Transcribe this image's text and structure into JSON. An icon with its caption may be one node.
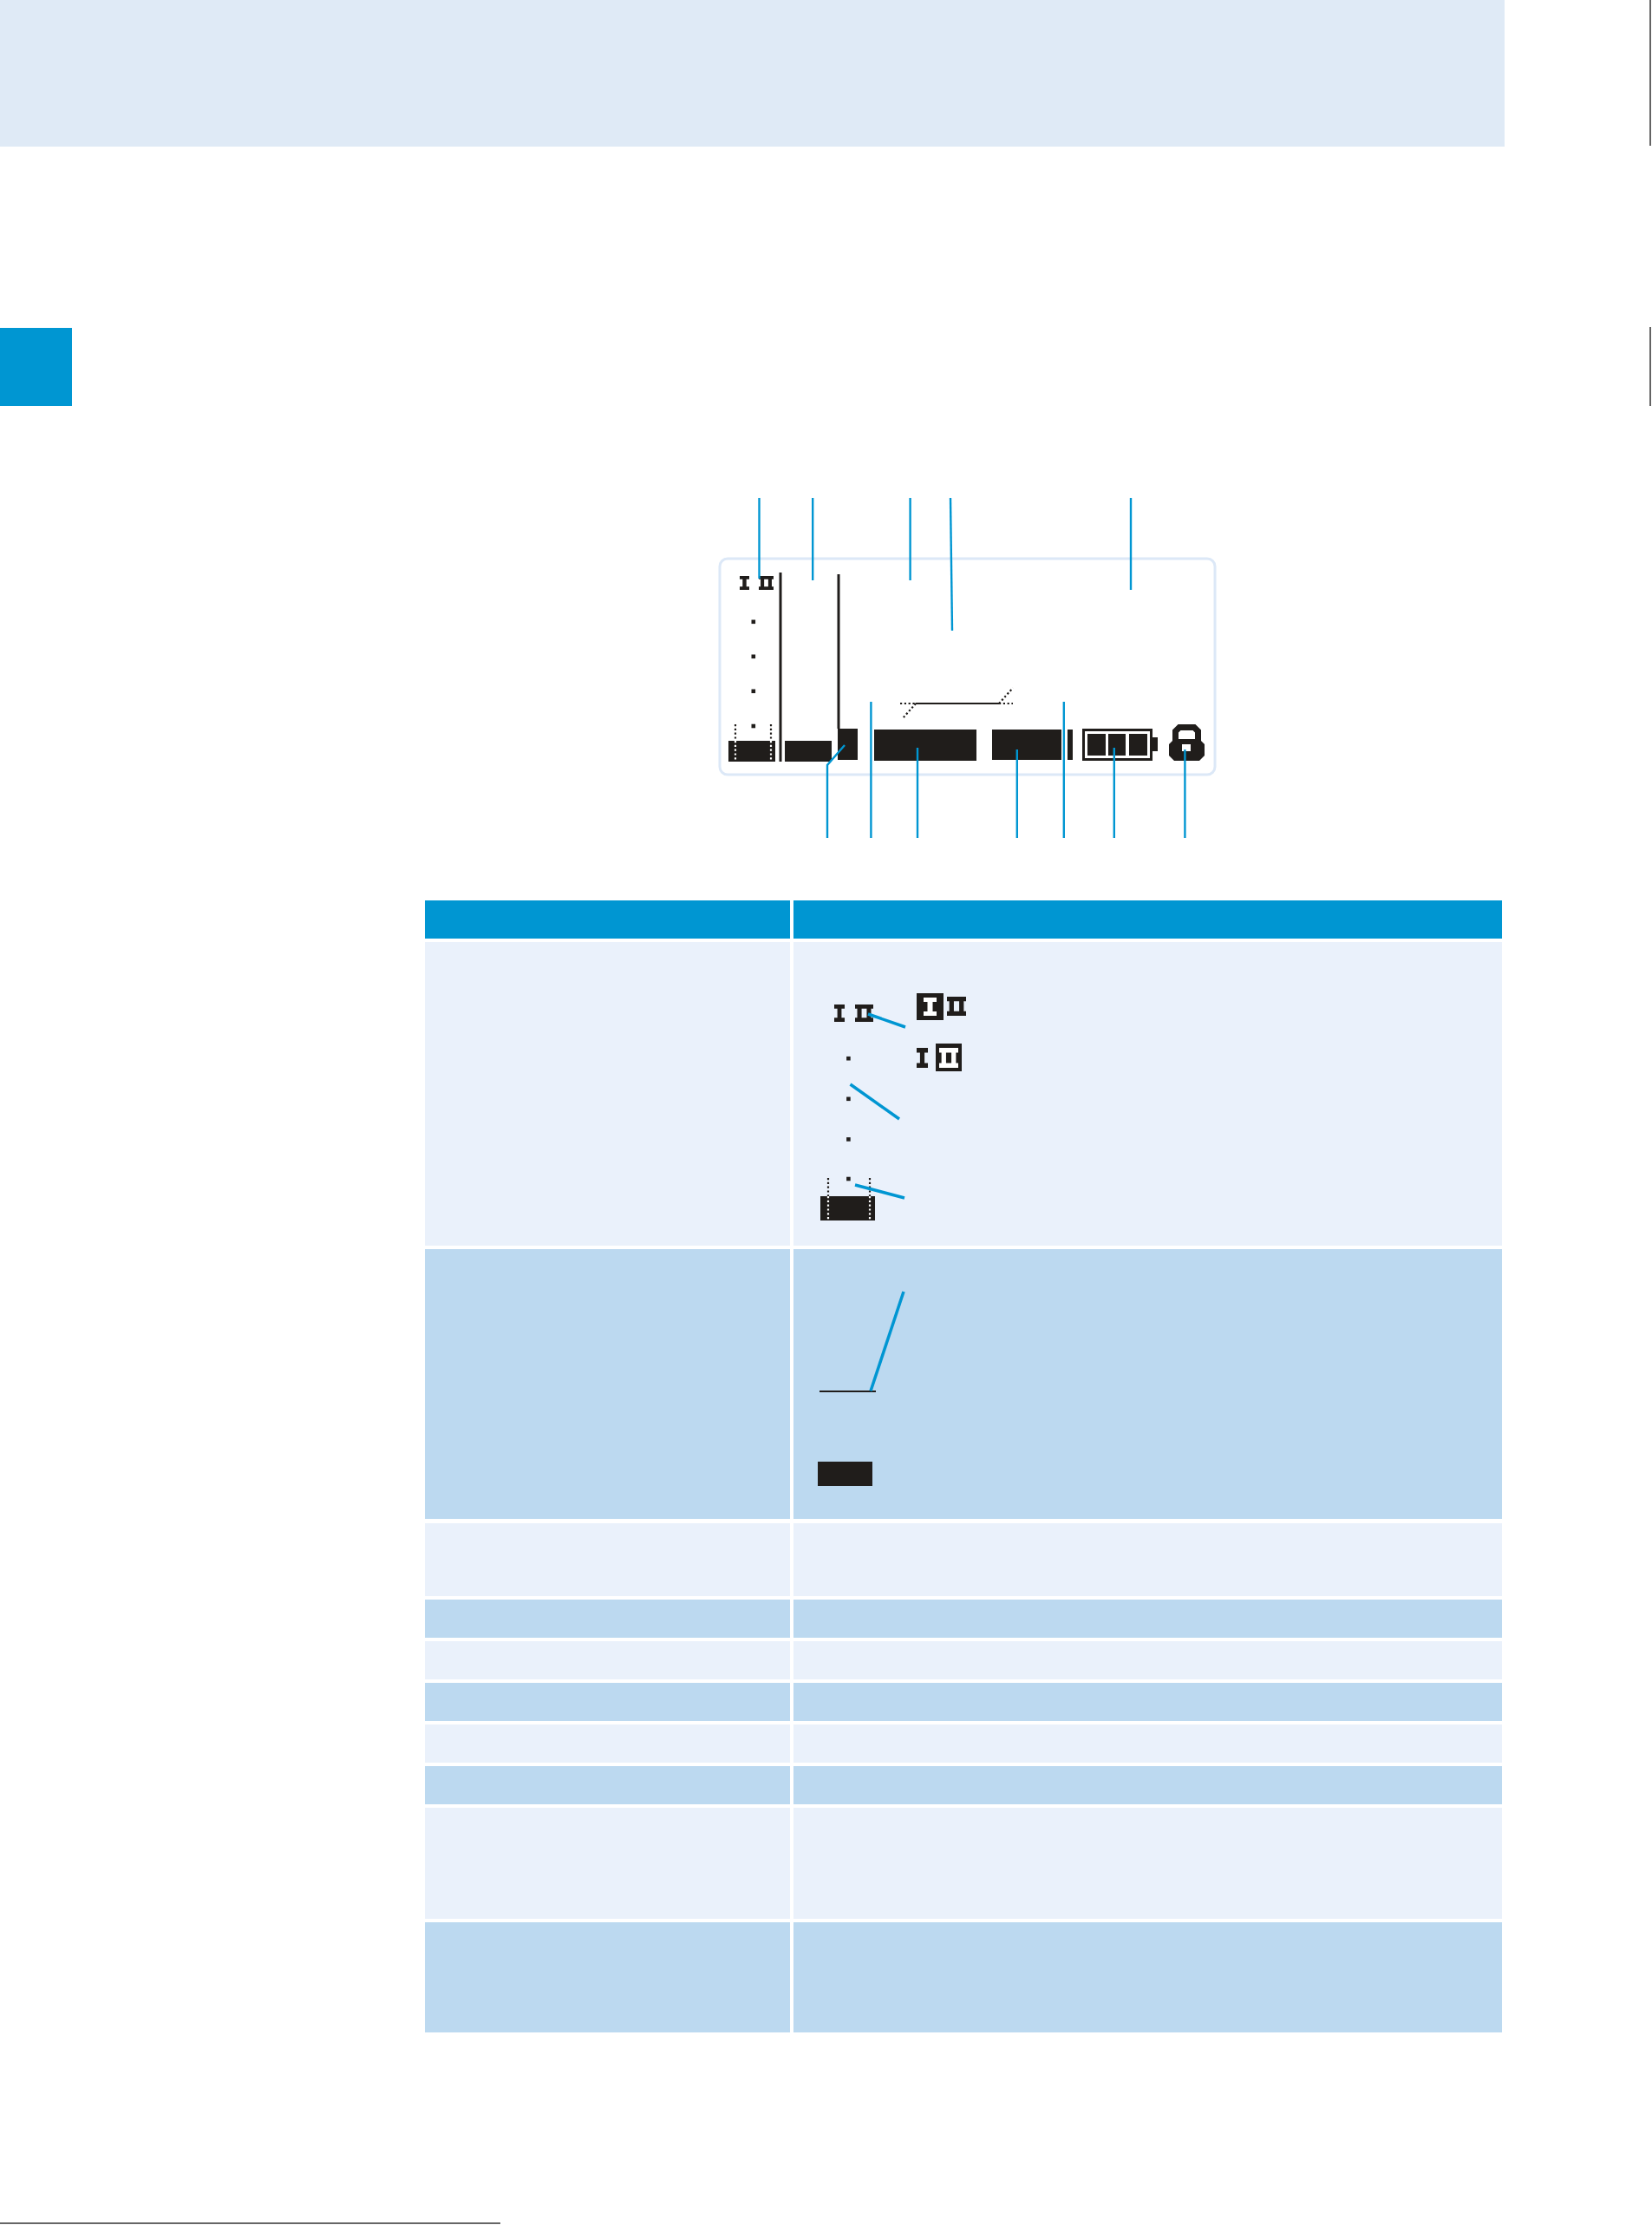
{
  "diagram": {
    "nodes": [
      {
        "text": [],
        "shape": "box"
      },
      {
        "text": [],
        "shape": "box"
      },
      {
        "text": [],
        "shape": "picture",
        "in": 1
      },
      {
        "text": [],
        "shape": "bar",
        "in": 1
      },
      {
        "text": [],
        "shape": "bar",
        "in": 1
      },
      {
        "text": [],
        "shape": "bar",
        "in": 1
      },
      {
        "text": [],
        "shape": "bar",
        "in": 1
      },
      {
        "text": [],
        "shape": "bar",
        "in": 1
      },
      {
        "text": [],
        "shape": "picture",
        "in": 1
      },
      {
        "text": [],
        "shape": "picture",
        "in": 1
      },
      {
        "text": [],
        "shape": "picture"
      },
      {
        "text": [],
        "shape": "picture"
      },
      {
        "text": [],
        "shape": "picture"
      },
      {
        "text": [],
        "shape": "line"
      },
      {
        "text": [],
        "shape": "bar"
      }
    ],
    "edges": [
      {
        "from": null,
        "to": 2,
        "arrow": "none"
      },
      {
        "from": null,
        "to": 4,
        "arrow": "none"
      },
      {
        "from": null,
        "to": 5,
        "arrow": "none"
      },
      {
        "from": null,
        "to": 6,
        "arrow": "none"
      },
      {
        "from": null,
        "to": 8,
        "arrow": "none"
      },
      {
        "from": null,
        "to": 9,
        "arrow": "none"
      },
      {
        "from": null,
        "to": 10,
        "arrow": "none"
      },
      {
        "from": null,
        "to": 11,
        "arrow": "none"
      },
      {
        "from": null,
        "to": 12,
        "arrow": "none"
      },
      {
        "from": null,
        "to": 13,
        "arrow": "none"
      }
    ]
  }
}
